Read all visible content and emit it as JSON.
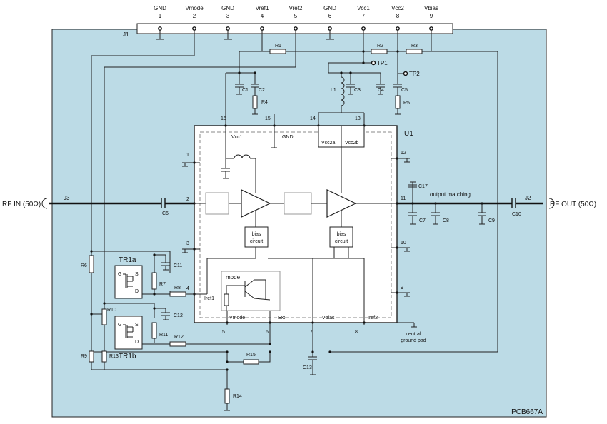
{
  "connector_j1": {
    "designator": "J1",
    "pins": [
      {
        "name": "GND",
        "num": "1"
      },
      {
        "name": "Vmode",
        "num": "2"
      },
      {
        "name": "GND",
        "num": "3"
      },
      {
        "name": "Vref1",
        "num": "4"
      },
      {
        "name": "Vref2",
        "num": "5"
      },
      {
        "name": "GND",
        "num": "6"
      },
      {
        "name": "Vcc1",
        "num": "7"
      },
      {
        "name": "Vcc2",
        "num": "8"
      },
      {
        "name": "Vbias",
        "num": "9"
      }
    ]
  },
  "board": {
    "label": "PCB667A",
    "background": "#bcdbe6"
  },
  "ports": {
    "rf_in": "RF IN (50Ω)",
    "rf_out": "RF OUT (50Ω)",
    "j2": "J2",
    "j3": "J3"
  },
  "test_points": [
    "TP1",
    "TP2"
  ],
  "ic": {
    "designator": "U1",
    "pin_numbers": [
      "1",
      "2",
      "3",
      "4",
      "5",
      "6",
      "7",
      "8",
      "9",
      "10",
      "11",
      "12",
      "13",
      "14",
      "15",
      "16"
    ],
    "vcc1": "Vcc1",
    "gnd": "GND",
    "vcc2a": "Vcc2a",
    "vcc2b": "Vcc2b",
    "bias_circuit": [
      "bias",
      "circuit"
    ],
    "mode": "mode",
    "iref1": "Iref1",
    "iref2": "Iref2",
    "vmode": "Vmode",
    "ext": "Ext",
    "vbias": "Vbias",
    "output_matching": "output matching",
    "central_ground_pad": [
      "central",
      "ground pad"
    ]
  },
  "transistors": {
    "tr1a": "TR1a",
    "tr1b": "TR1b",
    "pins": {
      "g": "G",
      "s": "S",
      "d": "D"
    }
  },
  "components": {
    "r1": "R1",
    "r2": "R2",
    "r3": "R3",
    "r4": "R4",
    "r5": "R5",
    "r6": "R6",
    "r7": "R7",
    "r8": "R8",
    "r9": "R9",
    "r10": "R10",
    "r11": "R11",
    "r12": "R12",
    "r13": "R13",
    "r14": "R14",
    "r15": "R15",
    "c1": "C1",
    "c2": "C2",
    "c3": "C3",
    "c4": "C4",
    "c5": "C5",
    "c6": "C6",
    "c7": "C7",
    "c8": "C8",
    "c9": "C9",
    "c10": "C10",
    "c11": "C11",
    "c12": "C12",
    "c13": "C13",
    "c17": "C17",
    "l1": "L1"
  }
}
